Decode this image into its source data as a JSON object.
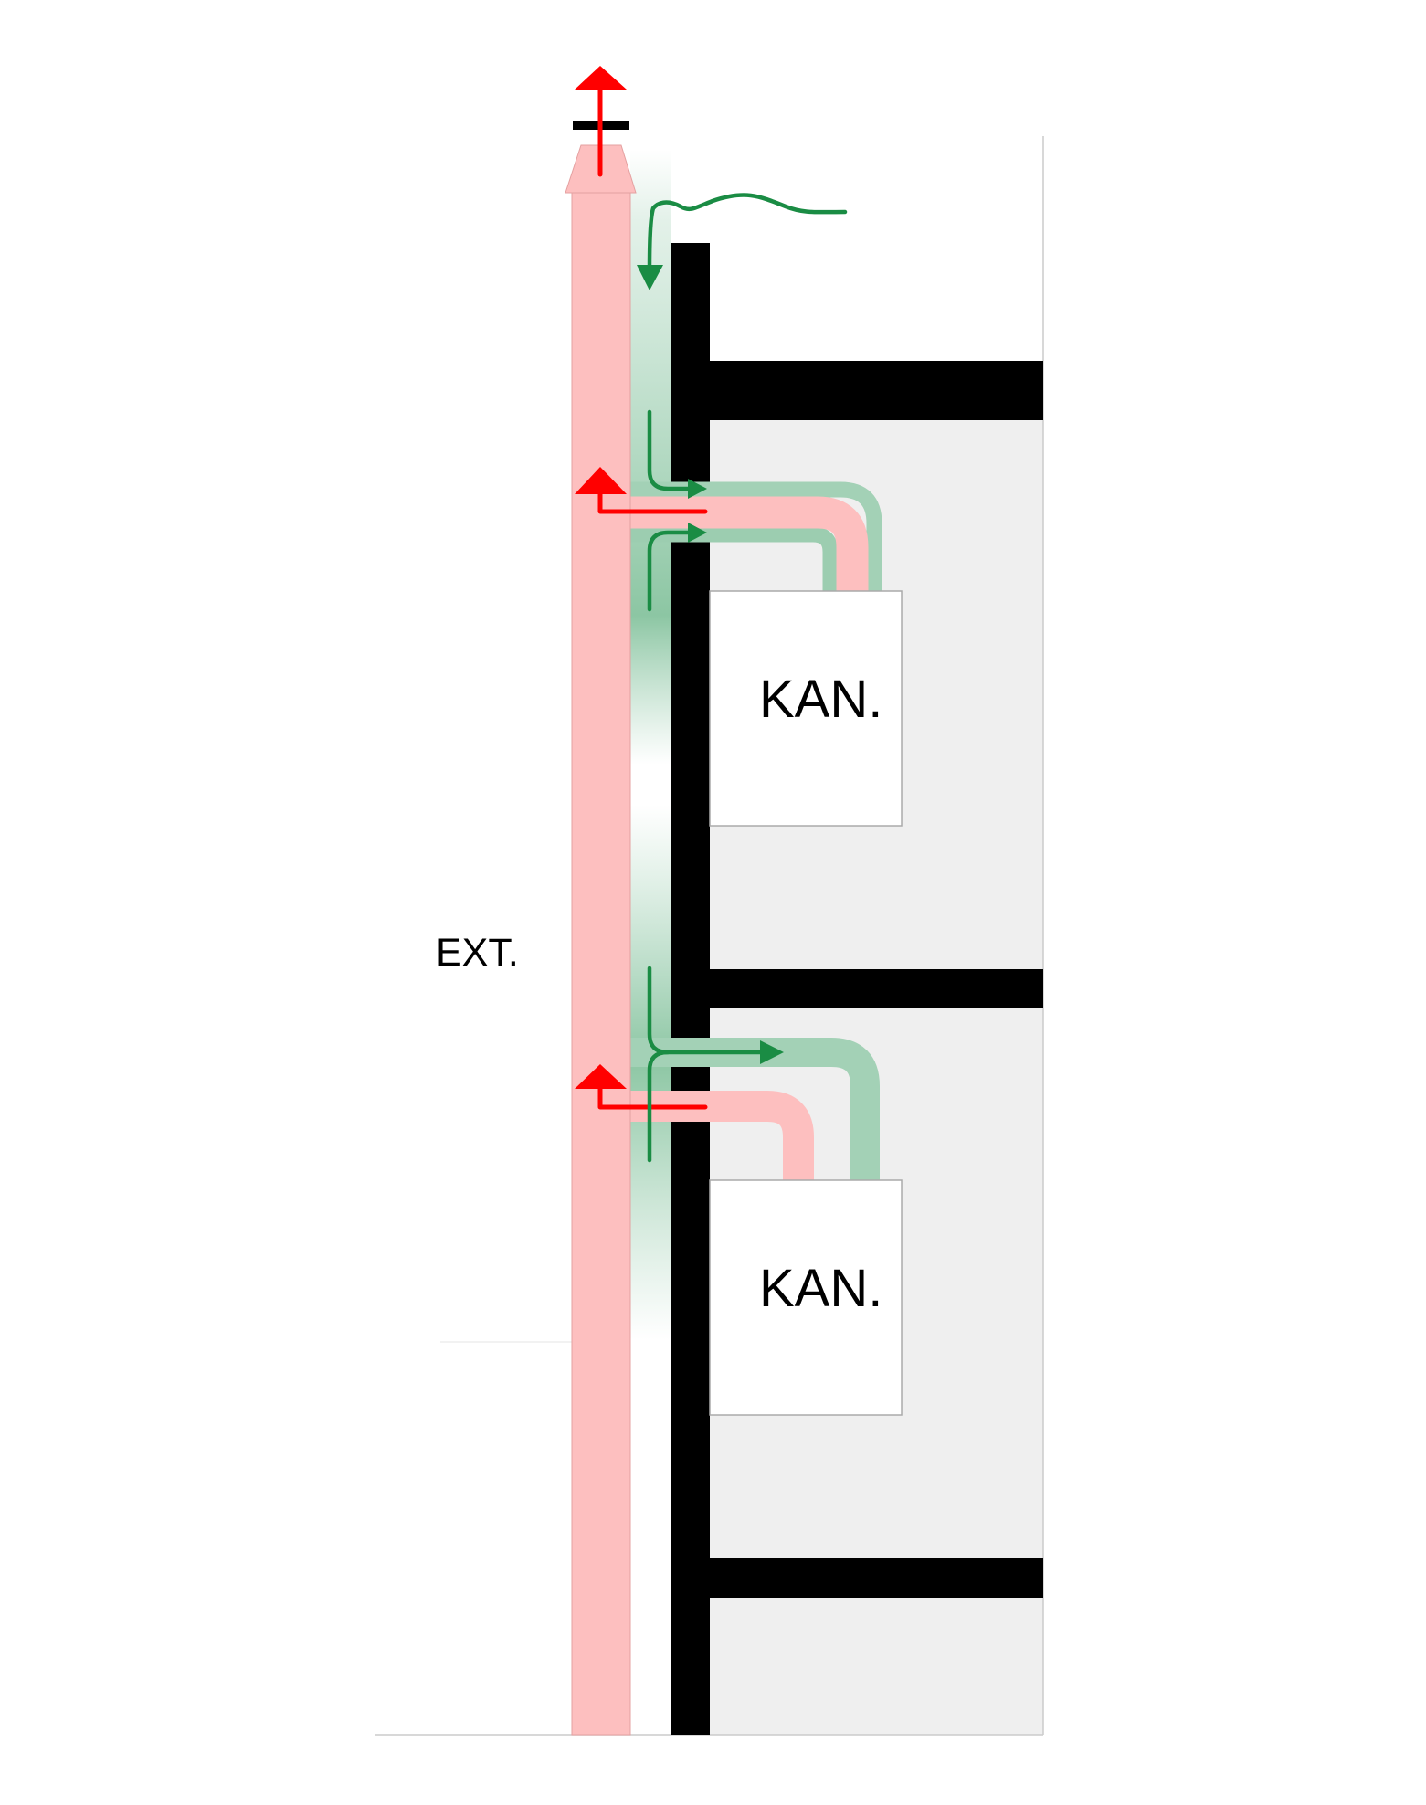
{
  "labels": {
    "exterior": "EXT.",
    "unit_top": "KAN.",
    "unit_bottom": "KAN."
  },
  "colors": {
    "exhaust_duct": "#fdbfbf",
    "exhaust_arrow": "#ff0000",
    "supply_duct": "#a3d1b6",
    "supply_arrow": "#1a8c44",
    "wall": "#000000",
    "interior": "#efefef"
  }
}
